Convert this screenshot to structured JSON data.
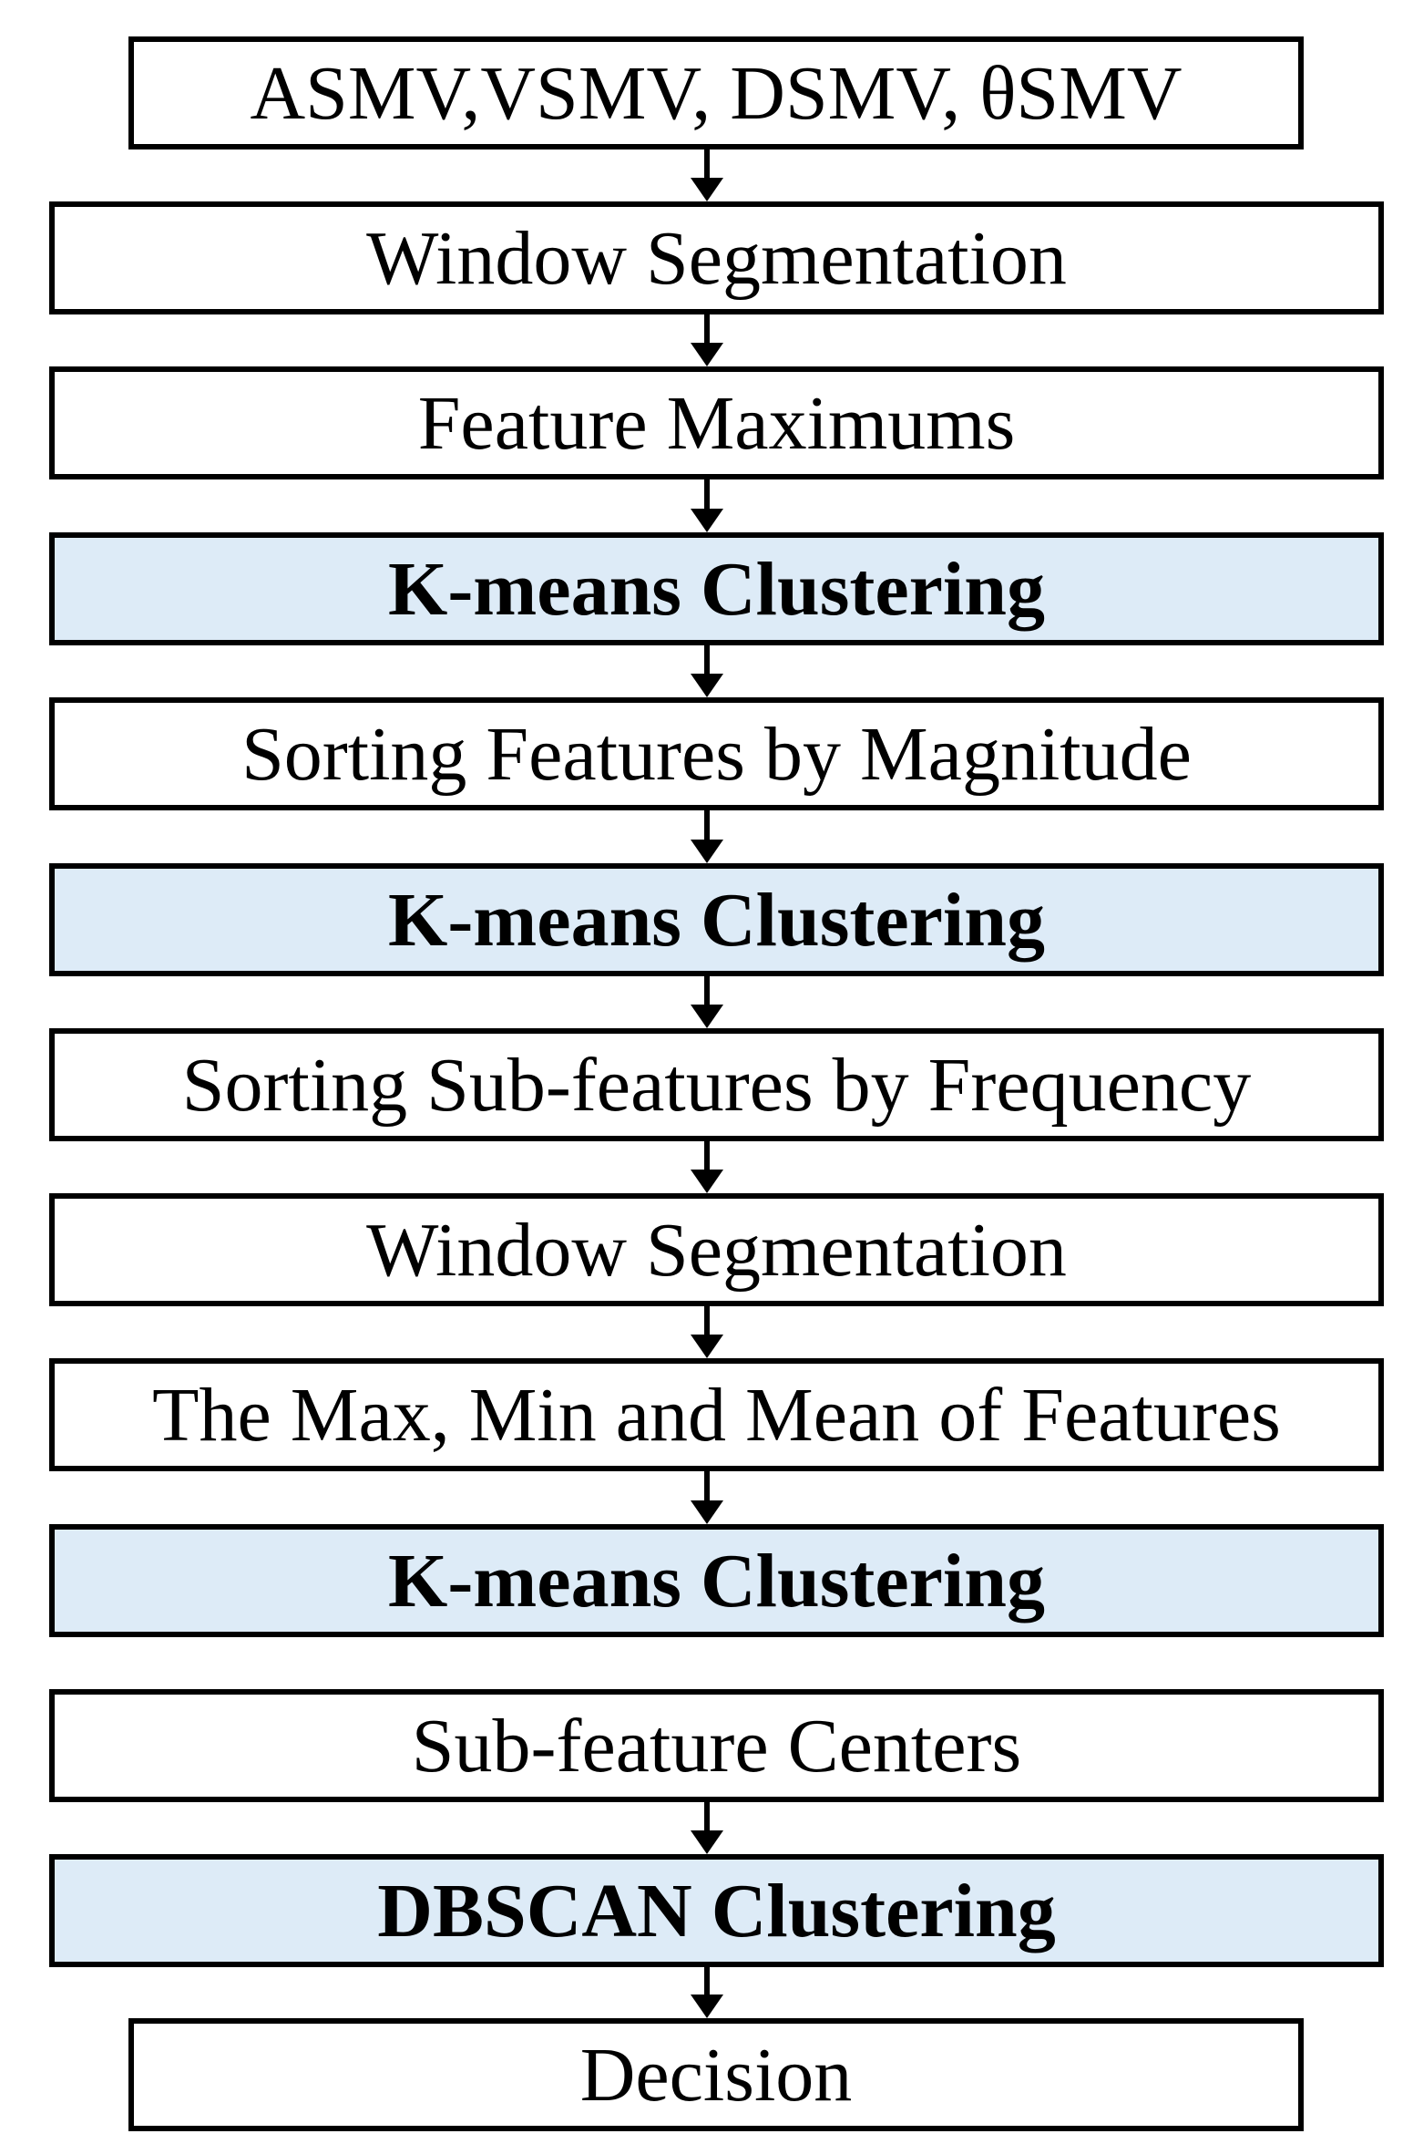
{
  "colors": {
    "plain_fill": "#ffffff",
    "highlight_fill": "#ddebf7",
    "stroke": "#000000"
  },
  "steps": [
    {
      "label": "ASMV,VSMV, DSMV, θSMV",
      "style": "plain"
    },
    {
      "label": "Window Segmentation",
      "style": "plain"
    },
    {
      "label": "Feature Maximums",
      "style": "plain"
    },
    {
      "label": "K-means Clustering",
      "style": "highlight"
    },
    {
      "label": "Sorting Features by Magnitude",
      "style": "plain"
    },
    {
      "label": "K-means Clustering",
      "style": "highlight"
    },
    {
      "label": "Sorting Sub-features by Frequency",
      "style": "plain"
    },
    {
      "label": "Window Segmentation",
      "style": "plain"
    },
    {
      "label": "The Max, Min and Mean of  Features",
      "style": "plain"
    },
    {
      "label": "K-means Clustering",
      "style": "highlight"
    },
    {
      "label": "Sub-feature Centers",
      "style": "plain"
    },
    {
      "label": "DBSCAN Clustering",
      "style": "highlight"
    },
    {
      "label": "Decision",
      "style": "plain"
    }
  ],
  "connections": [
    {
      "from": 0,
      "to": 1
    },
    {
      "from": 1,
      "to": 2
    },
    {
      "from": 2,
      "to": 3
    },
    {
      "from": 3,
      "to": 4
    },
    {
      "from": 4,
      "to": 5
    },
    {
      "from": 5,
      "to": 6
    },
    {
      "from": 6,
      "to": 7
    },
    {
      "from": 7,
      "to": 8
    },
    {
      "from": 8,
      "to": 9
    },
    {
      "from": 10,
      "to": 11
    },
    {
      "from": 11,
      "to": 12
    }
  ]
}
